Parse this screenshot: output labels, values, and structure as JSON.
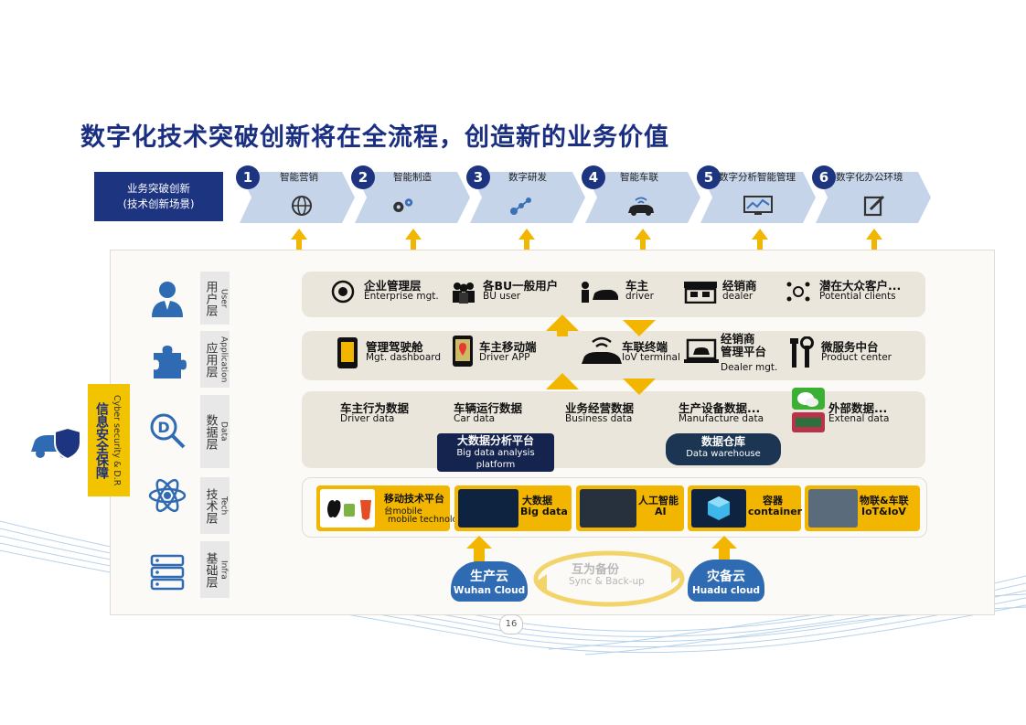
{
  "title": "数字化技术突破创新将在全流程，创造新的业务价值",
  "business_box": {
    "line1": "业务突破创新",
    "line2": "(技术创新场景)"
  },
  "scenarios": [
    {
      "num": "1",
      "label": "智能营销",
      "icon": "globe-icon"
    },
    {
      "num": "2",
      "label": "智能制造",
      "icon": "gears-icon"
    },
    {
      "num": "3",
      "label": "数字研发",
      "icon": "molecule-icon"
    },
    {
      "num": "4",
      "label": "智能车联",
      "icon": "connected-car-icon"
    },
    {
      "num": "5",
      "label": "数字分析智能管理",
      "icon": "monitor-chart-icon"
    },
    {
      "num": "6",
      "label": "数字化办公环境",
      "icon": "edit-doc-icon"
    }
  ],
  "layers": [
    {
      "zh": "用户层",
      "en": "User",
      "icon": "user-icon"
    },
    {
      "zh": "应用层",
      "en": "Application",
      "icon": "puzzle-icon"
    },
    {
      "zh": "数据层",
      "en": "Data",
      "icon": "data-search-icon"
    },
    {
      "zh": "技术层",
      "en": "Tech",
      "icon": "atom-icon"
    },
    {
      "zh": "基础层",
      "en": "Infra",
      "icon": "server-icon"
    }
  ],
  "security": {
    "zh": "信息安全保障",
    "en": "Cyber security & D.R",
    "icon": "car-shield-icon"
  },
  "user_row": [
    {
      "zh": "企业管理层",
      "en": "Enterprise mgt.",
      "icon": "target-people-icon"
    },
    {
      "zh": "各BU一般用户",
      "en": "BU user",
      "icon": "group-icon"
    },
    {
      "zh": "车主",
      "en": "driver",
      "icon": "driver-car-icon"
    },
    {
      "zh": "经销商",
      "en": "dealer",
      "icon": "store-icon"
    },
    {
      "zh": "潜在大众客户...",
      "en": "Potential clients",
      "icon": "network-people-icon"
    }
  ],
  "app_row": [
    {
      "zh": "管理驾驶舱",
      "en": "Mgt. dashboard",
      "icon": "dashboard-phone-icon"
    },
    {
      "zh": "车主移动端",
      "en": "Driver APP",
      "icon": "map-phone-icon"
    },
    {
      "zh": "车联终端",
      "en": "IoV terminal",
      "icon": "wifi-car-icon"
    },
    {
      "zh": "经销商\n管理平台",
      "en": "Dealer mgt.",
      "icon": "laptop-car-icon"
    },
    {
      "zh": "微服务中台",
      "en": "Product center",
      "icon": "tools-icon"
    }
  ],
  "data_row": [
    {
      "zh": "车主行为数据",
      "en": "Driver data"
    },
    {
      "zh": "车辆运行数据",
      "en": "Car data"
    },
    {
      "zh": "业务经营数据",
      "en": "Business data"
    },
    {
      "zh": "生产设备数据...",
      "en": "Manufacture data"
    },
    {
      "zh": "外部数据...",
      "en": "Extenal data",
      "icon": "wechat-icon"
    }
  ],
  "data_platforms": [
    {
      "zh": "大数据分析平台",
      "en": "Big data analysis platform"
    },
    {
      "zh": "数据仓库",
      "en": "Data warehouse"
    }
  ],
  "tech_row": [
    {
      "zh": "移动技术平台",
      "en": "mobile technology",
      "zh2": "台mobile"
    },
    {
      "zh": "大数据",
      "en": "Big data"
    },
    {
      "zh": "人工智能",
      "en": "AI"
    },
    {
      "zh": "容器",
      "en": "container"
    },
    {
      "zh": "物联&车联",
      "en": "IoT&IoV"
    }
  ],
  "infra": {
    "cloud_left": {
      "zh": "生产云",
      "en": "Wuhan Cloud"
    },
    "cloud_right": {
      "zh": "灾备云",
      "en": "Huadu cloud"
    },
    "sync": {
      "zh": "互为备份",
      "en": "Sync & Back-up"
    }
  },
  "page_number": "16",
  "colors": {
    "navy": "#1d3480",
    "gold": "#f2b600",
    "chevron": "#c6d4ea"
  }
}
